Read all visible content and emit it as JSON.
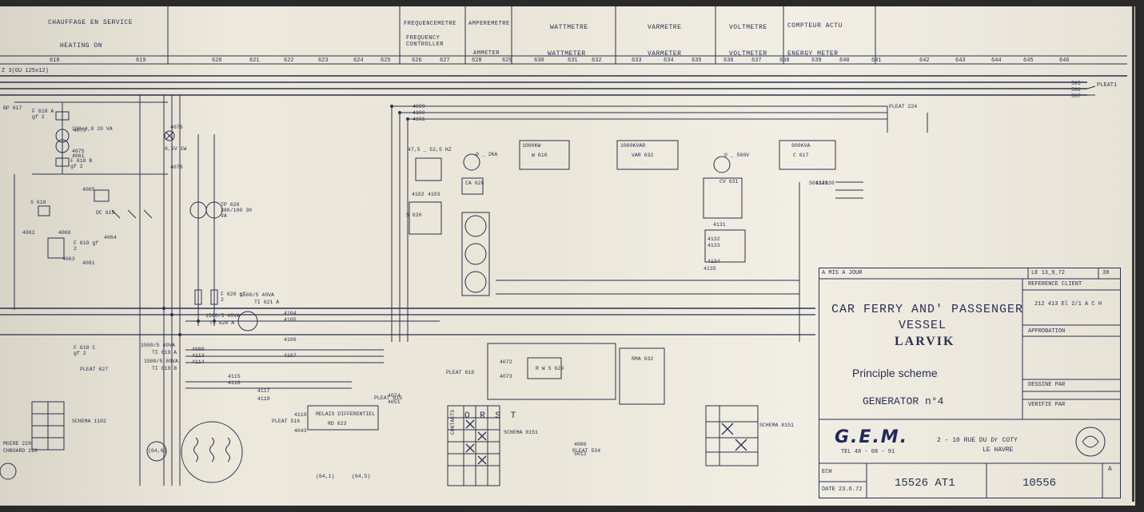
{
  "header": {
    "heating_fr": "CHAUFFAGE EN SERVICE",
    "heating_en": "HEATING ON",
    "freqmeter_fr": "FREQUENCEMETRE",
    "freqmeter_en": "FREQUENCY CONTROLLER",
    "ammeter_fr": "AMPEREMETRE",
    "ammeter_en": "AMMETER",
    "wattmeter_fr": "WATTMETRE",
    "wattmeter_en": "WATTMETER",
    "varmeter_fr": "VARMETRE",
    "varmeter_en": "VARMETER",
    "voltmeter_fr": "VOLTMETRE",
    "voltmeter_en": "VOLTMETER",
    "counter_fr": "COMPTEUR ACTU",
    "counter_en": "ENERGY METER",
    "column_numbers": [
      "618",
      "619",
      "620",
      "621",
      "622",
      "623",
      "624",
      "625",
      "626",
      "627",
      "628",
      "629",
      "630",
      "631",
      "632",
      "633",
      "634",
      "635",
      "636",
      "637",
      "638",
      "639",
      "640",
      "641",
      "642",
      "643",
      "644",
      "645",
      "646"
    ]
  },
  "diagram": {
    "busbar_left_label": "Z 3(GU 125x12)",
    "pleat_right": "PLEAT1",
    "bus_labels": [
      "505",
      "506",
      "507"
    ],
    "pleat_224": "PLEAT 224",
    "wire_numbers": [
      "4099",
      "4100",
      "4101",
      "4102",
      "4103",
      "4104",
      "4105",
      "4106",
      "4107",
      "4072",
      "4073",
      "4074",
      "4051",
      "4081",
      "4065",
      "4064",
      "4066",
      "4062",
      "4063",
      "4061",
      "4075",
      "4076",
      "4078",
      "4079",
      "4080",
      "4113",
      "4114",
      "4115",
      "4116",
      "4117",
      "4118",
      "4119",
      "4043",
      "4086",
      "5012",
      "5013",
      "4129",
      "4130",
      "4131",
      "4132",
      "4133",
      "4134",
      "4135"
    ],
    "components": {
      "kw_meter": "1000KW",
      "kw_ref": "W 610",
      "kvar_meter": "1000KVAR",
      "kvar_ref": "VAR 632",
      "kva_meter": "900KVA",
      "kva_ref": "C 617",
      "freq_range": "47,5 _ 52,5 HZ",
      "amm_range": "0 _ 2KA",
      "volt_range": "0 _ 500V",
      "ct_main": "1500/5 40VA",
      "ct_main_ref": "TI 621 A",
      "ct_b": "1500/5 40VA",
      "ct_b_ref": "TI 620 A",
      "ct_c": "1500/5 40VA",
      "ct_c_ref": "TI 619 A",
      "ct_d": "1500/5 80VA",
      "ct_d_ref": "TI 619 B",
      "transformer": "230/4,8 20 VA",
      "tp620": "TP 620 380/100 30 VA",
      "relay_diff": "RELAIS DIFFERENTIEL",
      "relay_ref": "RD 623",
      "rws": "R W S 629",
      "rma": "RMA 632",
      "schema_1102": "SCHEMA 1102",
      "schema_8151": "SCHEMA 8151",
      "schema_8151b": "SCHEMA 8151",
      "pleat_618": "PLEAT 618",
      "pleat_615": "PLEAT 615",
      "pleat_516": "PLEAT 516",
      "pleat_534": "PLEAT 534",
      "pleat_627": "PLEAT 627",
      "lamp": "6,5V 1W",
      "cv": "CV 631",
      "fuse_a": "F 618 A gf 2",
      "fuse_b": "F 618 B gf 2",
      "fuse_c": "F 618 C gf 2",
      "fuse_619": "F 619 gf 2",
      "fuse_620": "F 620 gf 2",
      "sw_618": "S 618",
      "dcx": "DC 619",
      "bp": "BP 617",
      "s626": "S 626",
      "ca628": "CA 628",
      "bottom_left_1": "MOIRE 220",
      "bottom_left_2": "CHBOARD 220",
      "ref_64_6": "(64,6)",
      "ref_64_1": "(64,1)",
      "ref_64_5": "(64,5)",
      "contacts": "CONTACTS",
      "orst": "O R S T"
    }
  },
  "title_block": {
    "revision_label": "A  MIS A JOUR",
    "revision_date": "LE 13_9_72",
    "revision_sig": "38",
    "reference_client": "REFERENCE CLIENT",
    "client_ref_value": "212 413 El 2/1 A C H",
    "title_line1": "CAR FERRY AND' PASSENGER",
    "title_line2": "VESSEL",
    "title_line3": "LARVIK",
    "approbation": "APPROBATION",
    "subtitle": "Principle scheme",
    "dessine_par": "DESSINE PAR",
    "generator": "GENERATOR n°4",
    "verifie_par": "VERIFIE PAR",
    "company": "G.E.M.",
    "address": "2 - 10 RUE DU Dr COTY",
    "tel": "TEL 48 - 08 - 91",
    "city": "LE HAVRE",
    "ech": "ECH",
    "date": "DATE 23.6.72",
    "dossier": "15526 AT1",
    "plan": "10556",
    "rev_letter": "A"
  },
  "colors": {
    "ink": "#2a3050",
    "paper": "#ece8dc",
    "shadow": "#2a2a2a"
  }
}
